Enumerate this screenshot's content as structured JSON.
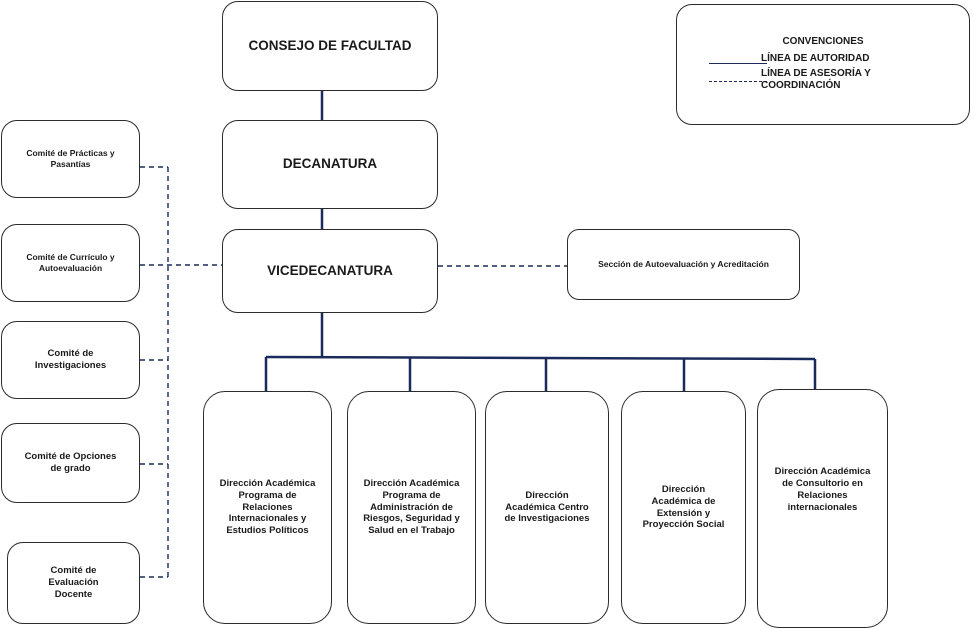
{
  "colors": {
    "line": "#1a2a5a",
    "border": "#2b2b2b",
    "background": "#ffffff",
    "text": "#1a1a1a"
  },
  "top": {
    "consejo": "CONSEJO  DE  FACULTAD",
    "decanatura": "DECANATURA",
    "vicedecanatura": "VICEDECANATURA"
  },
  "seccion": "Sección de Autoevaluación y Acreditación",
  "comites": [
    {
      "label": "Comité de Prácticas  y Pasantías"
    },
    {
      "label": "Comité de Currículo y Autoevaluación"
    },
    {
      "label": "Comité  de Investigaciones"
    },
    {
      "label": "Comité  de Opciones  de grado"
    },
    {
      "label": "Comité  de Evaluación Docente"
    }
  ],
  "direcciones": [
    {
      "label": "Dirección Académica Programa de Relaciones Internacionales y Estudios Políticos"
    },
    {
      "label": "Dirección Académica Programa de Administración de Riesgos, Seguridad y Salud en el Trabajo"
    },
    {
      "label": "Dirección Académica Centro de Investigaciones"
    },
    {
      "label": "Dirección Académica de Extensión y Proyección Social"
    },
    {
      "label": "Dirección Académica de Consultorio en Relaciones internacionales"
    }
  ],
  "legend": {
    "title": "CONVENCIONES",
    "authority": "LÍNEA DE AUTORIDAD",
    "advisory_line1": "LÍNEA DE ASESORÍA Y",
    "advisory_line2": "COORDINACIÓN"
  }
}
